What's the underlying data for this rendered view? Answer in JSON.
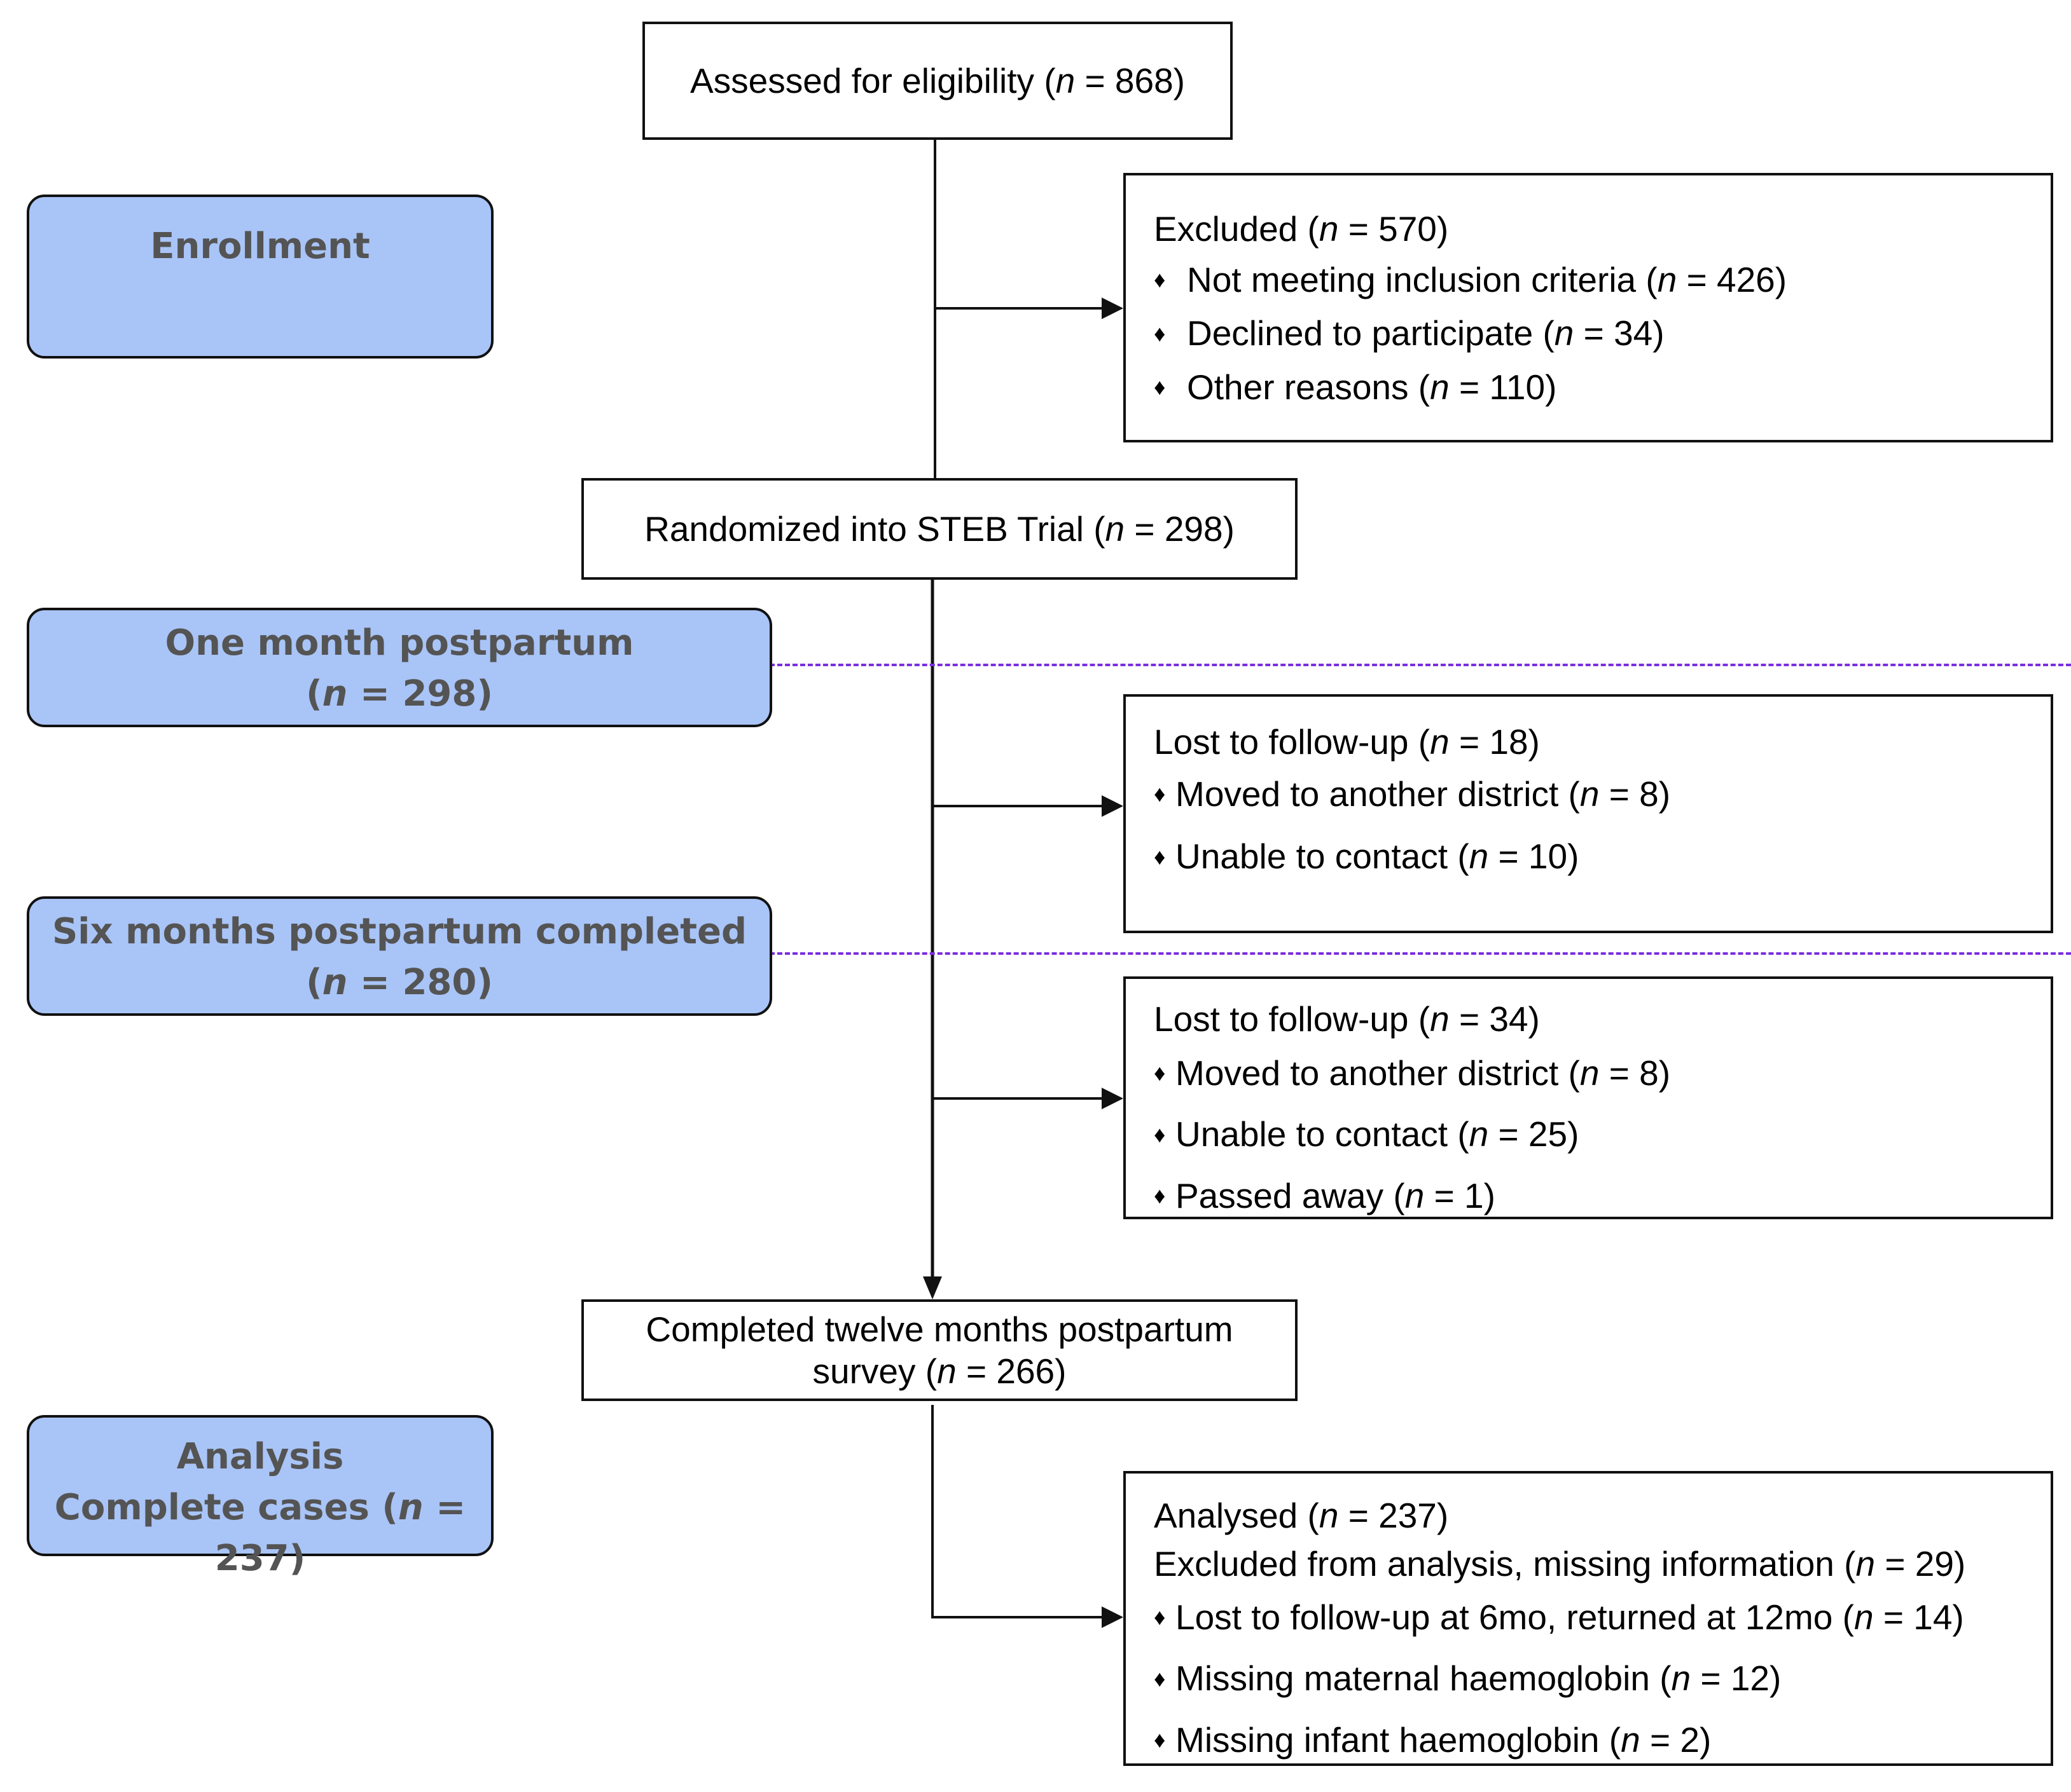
{
  "n_label": "n",
  "boxes": {
    "assessed": {
      "pre": "Assessed for eligibility (",
      "post": " = 868)"
    },
    "excluded": {
      "title": {
        "pre": "Excluded (",
        "post": " = 570)"
      },
      "items": [
        {
          "pre": "Not meeting inclusion criteria (",
          "post": " = 426)"
        },
        {
          "pre": "Declined to participate (",
          "post": " = 34)"
        },
        {
          "pre": "Other reasons (",
          "post": " = 110)"
        }
      ]
    },
    "randomized": {
      "pre": "Randomized into STEB Trial (",
      "post": " = 298)"
    },
    "lost1": {
      "title": {
        "pre": "Lost to follow-up (",
        "post": " = 18)"
      },
      "items": [
        {
          "pre": "Moved to another district (",
          "post": " = 8)"
        },
        {
          "pre": "Unable to contact (",
          "post": " = 10)"
        }
      ]
    },
    "lost2": {
      "title": {
        "pre": "Lost to follow-up (",
        "post": " = 34)"
      },
      "items": [
        {
          "pre": "Moved to another district (",
          "post": " = 8)"
        },
        {
          "pre": "Unable to contact (",
          "post": " = 25)"
        },
        {
          "pre": "Passed away (",
          "post": " = 1)"
        }
      ]
    },
    "completed": {
      "line1": "Completed twelve months postpartum",
      "pre": "survey (",
      "post": " = 266)"
    },
    "analysed": {
      "title": {
        "pre": "Analysed (",
        "post": " = 237)"
      },
      "subtitle": {
        "pre": "Excluded from analysis, missing information (",
        "post": " = 29)"
      },
      "items": [
        {
          "pre": "Lost to follow-up at 6mo, returned at 12mo (",
          "post": " = 14)"
        },
        {
          "pre": "Missing maternal haemoglobin (",
          "post": " = 12)"
        },
        {
          "pre": "Missing infant haemoglobin (",
          "post": " = 2)"
        }
      ]
    }
  },
  "stages": {
    "enrollment": {
      "label": "Enrollment"
    },
    "one_month": {
      "label": "One month postpartum",
      "pre": "(",
      "post": " = 298)"
    },
    "six_months": {
      "label": "Six months postpartum completed",
      "pre": "(",
      "post": " = 280)"
    },
    "analysis": {
      "label": "Analysis",
      "pre": "Complete cases (",
      "post": " = 237)"
    }
  },
  "bullet_glyph": "♦",
  "colors": {
    "stage_fill": "#a9c4f7",
    "stage_text": "#545454",
    "dashed_line": "#7a2ee0",
    "border": "#111111"
  }
}
